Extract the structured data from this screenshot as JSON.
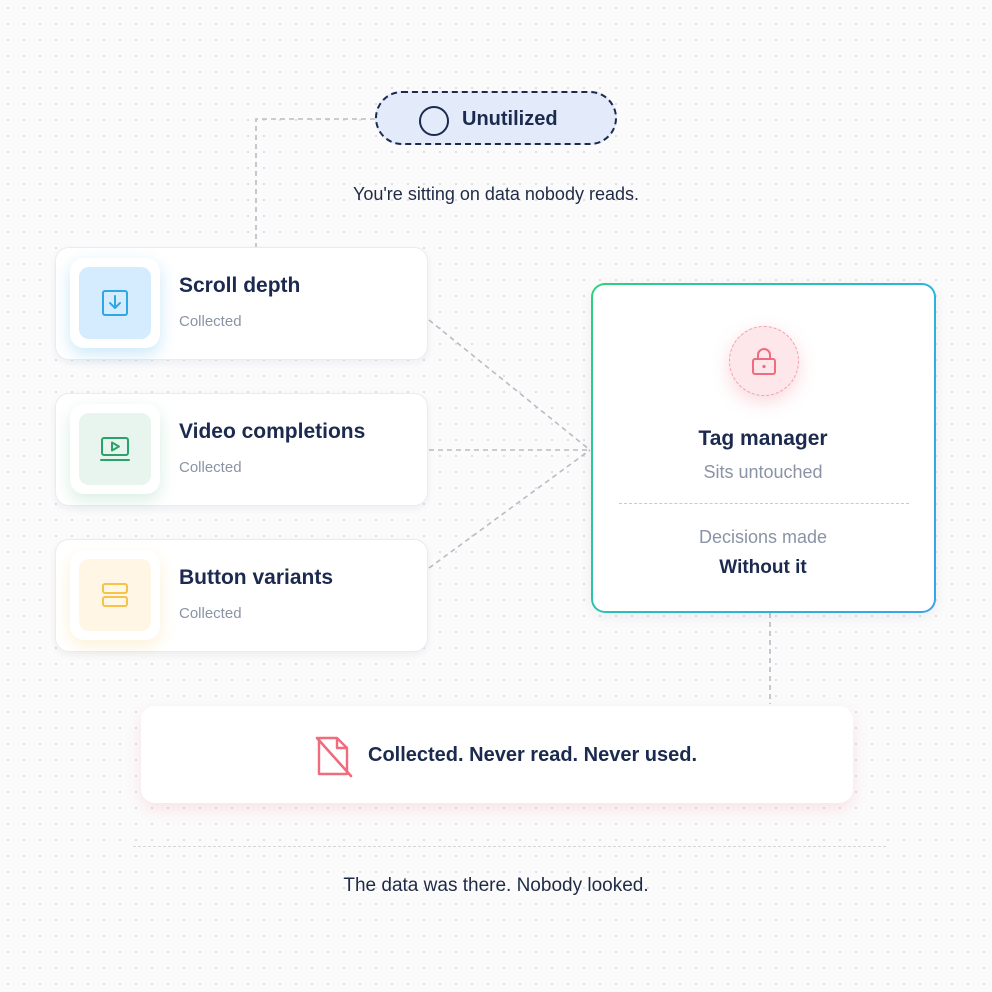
{
  "pill": {
    "label": "Unutilized"
  },
  "subtitle": "You're sitting on data nobody reads.",
  "cards": [
    {
      "title": "Scroll depth",
      "status": "Collected",
      "icon": "arrow-down-box-icon",
      "tile_color": "#d4ecfd",
      "icon_color": "#2da7e6"
    },
    {
      "title": "Video completions",
      "status": "Collected",
      "icon": "video-play-icon",
      "tile_color": "#e7f5ee",
      "icon_color": "#2aa36b"
    },
    {
      "title": "Button variants",
      "status": "Collected",
      "icon": "stacked-buttons-icon",
      "tile_color": "#fff6e6",
      "icon_color": "#f6c24a"
    }
  ],
  "tag_manager": {
    "title": "Tag manager",
    "subtitle": "Sits untouched",
    "decision_label": "Decisions made",
    "decision_value": "Without it",
    "icon": "lock-icon",
    "accent": "#f06b7d"
  },
  "banner": {
    "text": "Collected. Never read. Never used.",
    "icon": "crossed-document-icon"
  },
  "footer": "The data was there. Nobody looked."
}
